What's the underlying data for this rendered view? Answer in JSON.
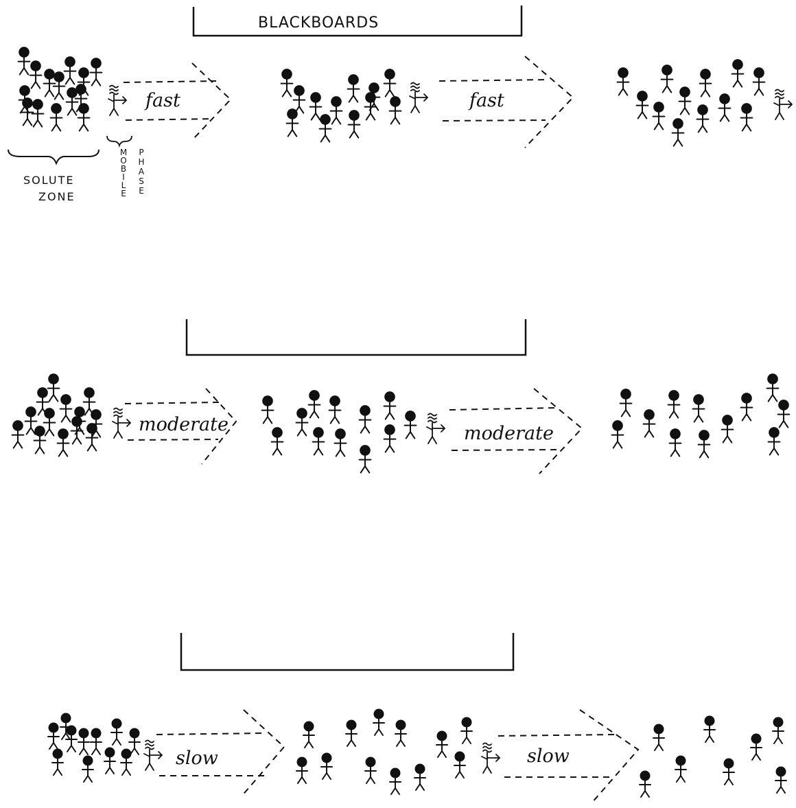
{
  "title": "BLACKBOARDS",
  "labels": {
    "solute_zone_line1": "SOLUTE",
    "solute_zone_line2": "ZONE",
    "mobile_letters": [
      "M",
      "O",
      "B",
      "I",
      "L",
      "E"
    ],
    "phase_letters": [
      "P",
      "H",
      "A",
      "S",
      "E"
    ]
  },
  "rows": [
    {
      "speed": "fast"
    },
    {
      "speed": "moderate"
    },
    {
      "speed": "slow"
    }
  ],
  "colors": {
    "ink": "#111111",
    "background": "#ffffff"
  }
}
